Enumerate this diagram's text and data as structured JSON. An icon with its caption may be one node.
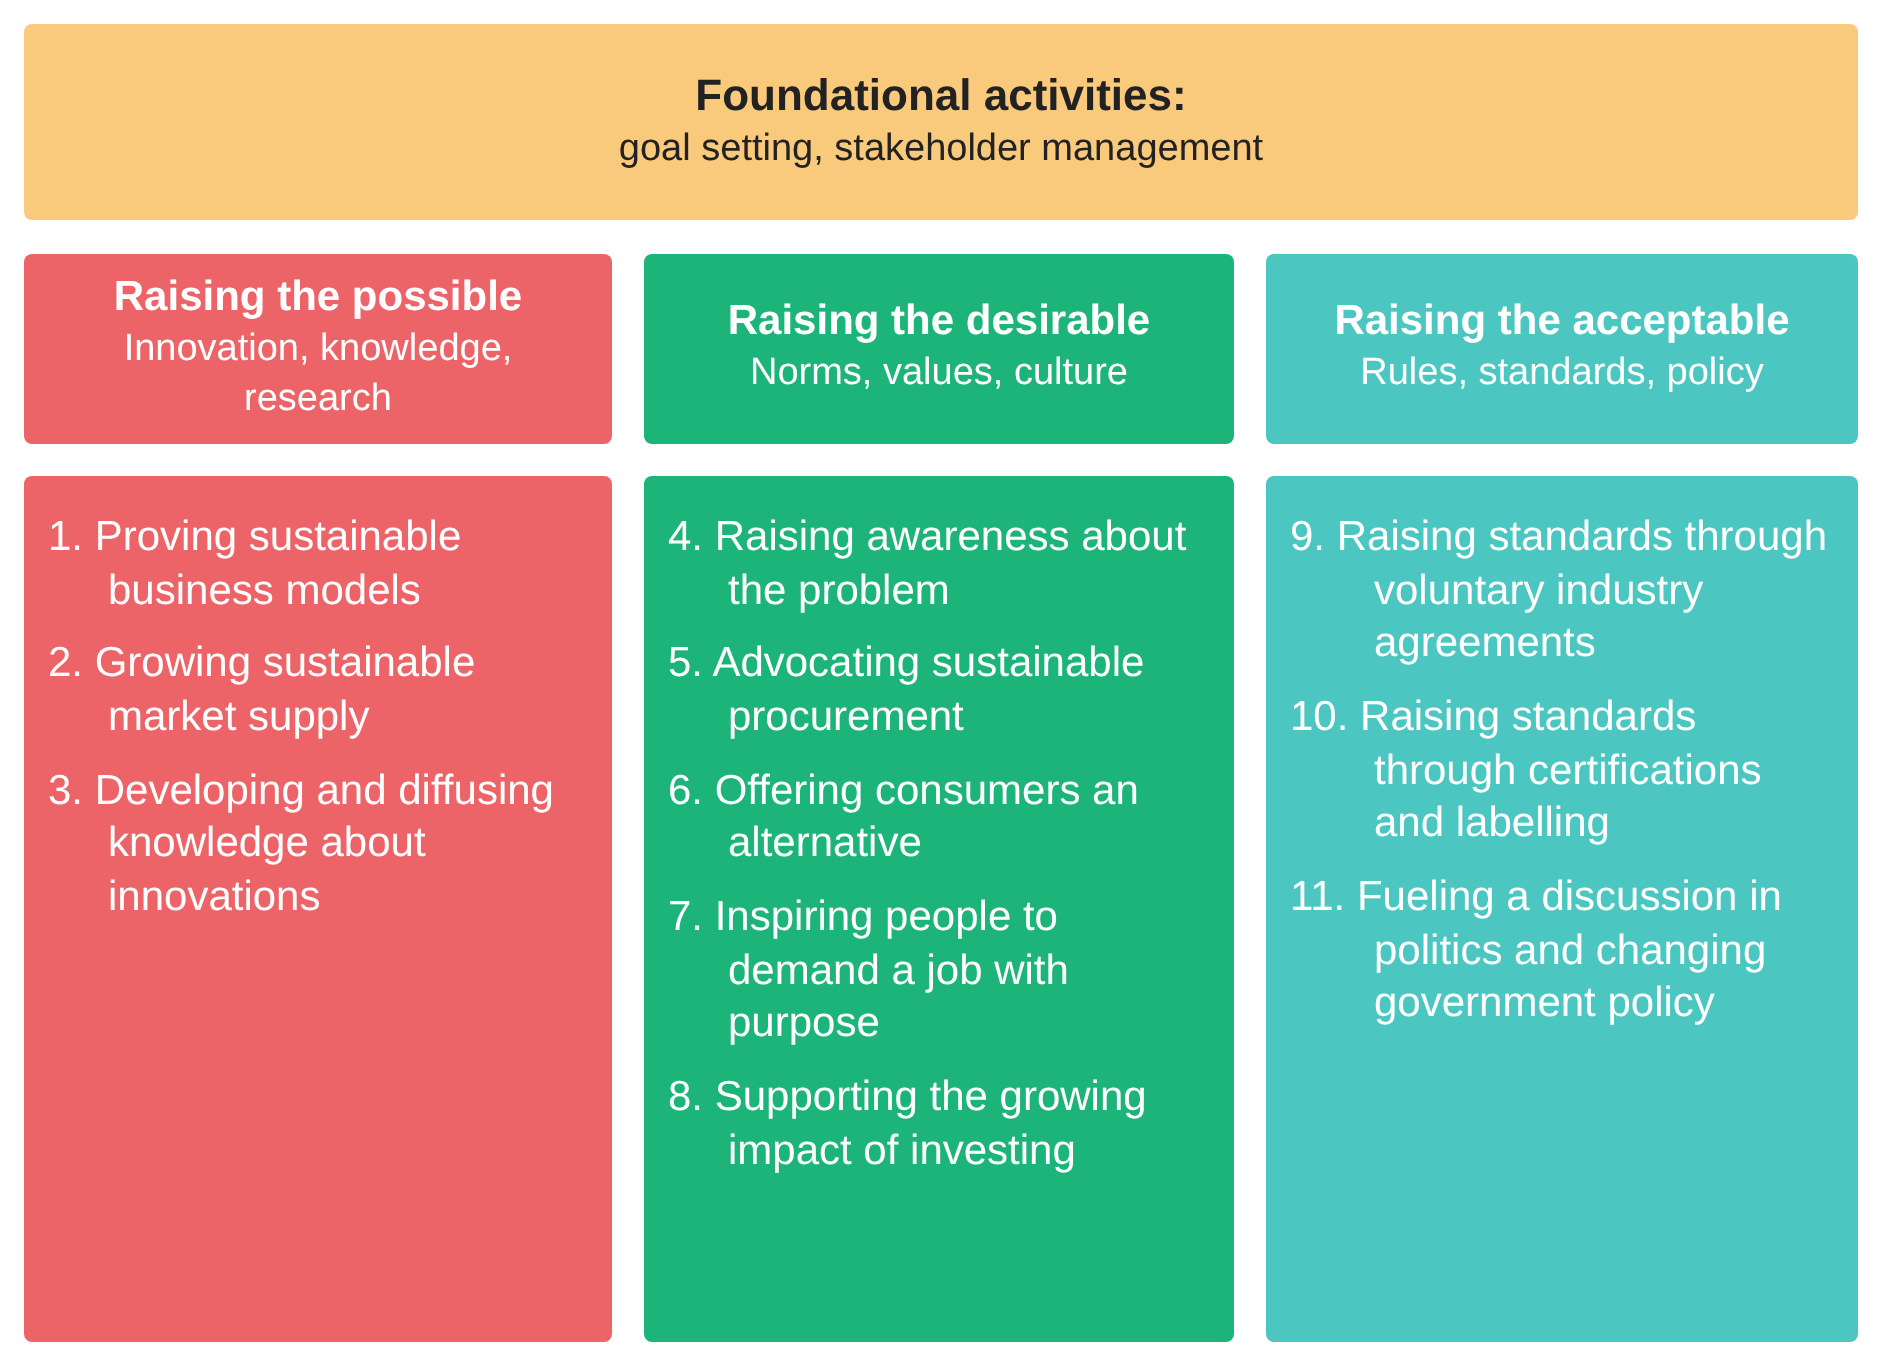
{
  "diagram": {
    "nodes": [
      {
        "text": [
          "Foundational activities:",
          "goal setting, stakeholder management"
        ]
      },
      {
        "text": [
          "Raising the possible",
          "Innovation, knowledge, research"
        ]
      },
      {
        "text": [
          "Raising the desirable",
          "Norms, values, culture"
        ]
      },
      {
        "text": [
          "Raising the acceptable",
          "Rules, standards, policy"
        ]
      },
      {
        "text": [
          "1. Proving sustainable business models",
          "2. Growing sustainable market supply",
          "3. Developing and diffusing knowledge about innovations"
        ]
      },
      {
        "text": [
          "4. Raising awareness about the problem",
          "5. Advocating sustainable procurement",
          "6. Offering consumers an alternative",
          "7. Inspiring people to demand a job with purpose",
          "8. Supporting the growing impact of investing"
        ]
      },
      {
        "text": [
          "9. Raising standards through voluntary industry agreements",
          "10. Raising standards through certifications and labelling",
          "11. Fueling a discussion in politics and changing government policy"
        ]
      }
    ]
  }
}
